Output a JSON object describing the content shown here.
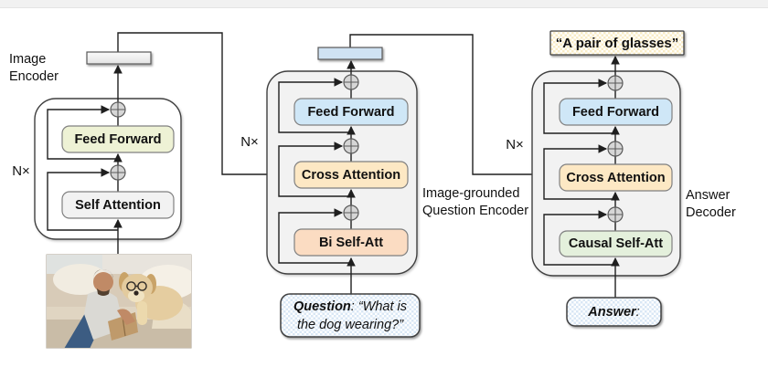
{
  "labels": {
    "image_encoder_line1": "Image",
    "image_encoder_line2": "Encoder",
    "question_encoder_line1": "Image-grounded",
    "question_encoder_line2": "Question Encoder",
    "answer_decoder_line1": "Answer",
    "answer_decoder_line2": "Decoder",
    "n_times": "N×"
  },
  "image_encoder": {
    "feed_forward": "Feed Forward",
    "self_attention": "Self Attention"
  },
  "question_encoder": {
    "feed_forward": "Feed Forward",
    "cross_attention": "Cross Attention",
    "bi_self_att": "Bi Self-Att"
  },
  "answer_decoder": {
    "feed_forward": "Feed Forward",
    "cross_attention": "Cross Attention",
    "causal_self_att": "Causal Self-Att"
  },
  "io": {
    "question_label": "Question",
    "question_after_label": ": “What is",
    "question_line2": "the dog wearing?”",
    "answer_label": "Answer",
    "answer_after_label": ":",
    "output_answer": "“A pair of glasses”"
  },
  "colors": {
    "feed_forward_green": "#eef2d5",
    "feed_forward_blue": "#cfe7f7",
    "cross_attention_orange": "#fde8c4",
    "bi_self_att_peach": "#fbdcc2",
    "causal_self_att_green": "#e4f0dc",
    "self_attention_gray": "#f2f2f2",
    "block_fill_gray": "#f2f2f2",
    "embedding_blue": "#cfe2f3",
    "checker_blue": "#d9e7f5",
    "checker_yellow": "#f9ecc6",
    "line": "#1f1f1f"
  }
}
